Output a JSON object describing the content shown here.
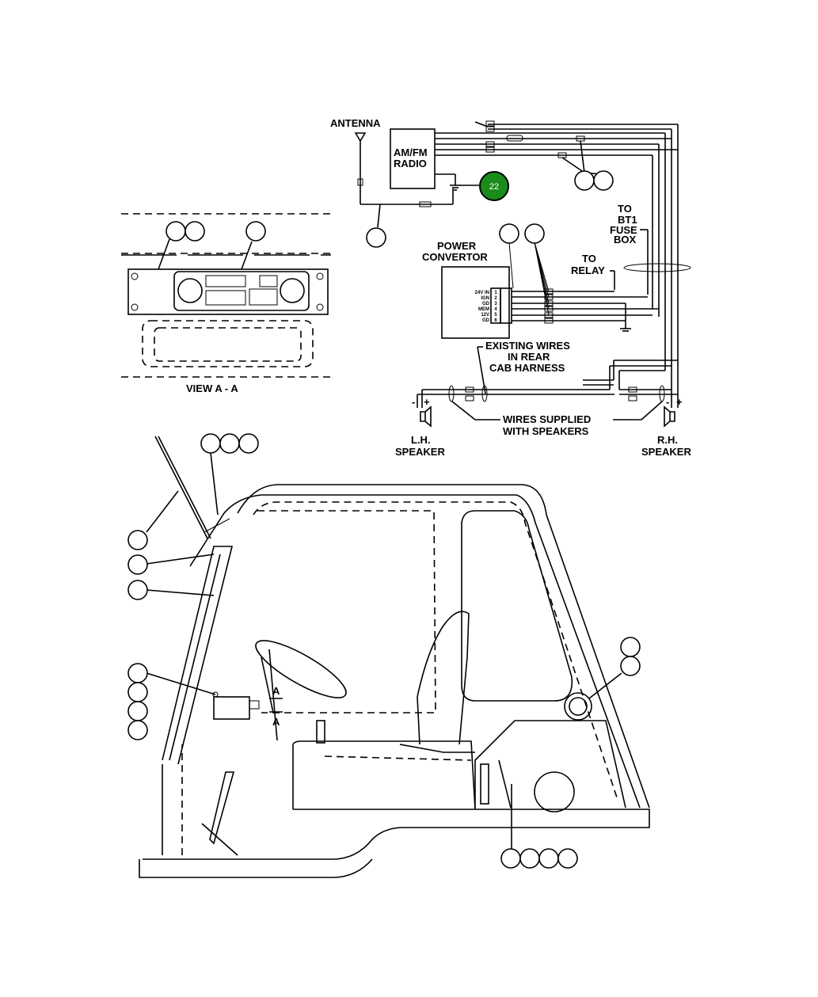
{
  "labels": {
    "antenna": "ANTENNA",
    "radio_line1": "AM/FM",
    "radio_line2": "RADIO",
    "to_bt1_line1": "TO",
    "to_bt1_line2": "BT1",
    "to_bt1_line3": "FUSE",
    "to_bt1_line4": "BOX",
    "power_conv_line1": "POWER",
    "power_conv_line2": "CONVERTOR",
    "to_relay_line1": "TO",
    "to_relay_line2": "RELAY",
    "existing_line1": "EXISTING WIRES",
    "existing_line2": "IN REAR",
    "existing_line3": "CAB HARNESS",
    "supplied_line1": "WIRES SUPPLIED",
    "supplied_line2": "WITH SPEAKERS",
    "lh_line1": "L.H.",
    "lh_line2": "SPEAKER",
    "rh_line1": "R.H.",
    "rh_line2": "SPEAKER",
    "view_aa": "VIEW A - A",
    "section_a1": "A",
    "section_a2": "A",
    "minus_left": "-",
    "plus_left": "+",
    "minus_right": "-",
    "plus_right": "+"
  },
  "terminals": [
    {
      "label": "24V IN",
      "num": "1"
    },
    {
      "label": "IGN",
      "num": "2"
    },
    {
      "label": "GD",
      "num": "3"
    },
    {
      "label": "MEM",
      "num": "4"
    },
    {
      "label": "12V",
      "num": "5"
    },
    {
      "label": "GD",
      "num": "6"
    }
  ],
  "highlighted_callout": "22"
}
